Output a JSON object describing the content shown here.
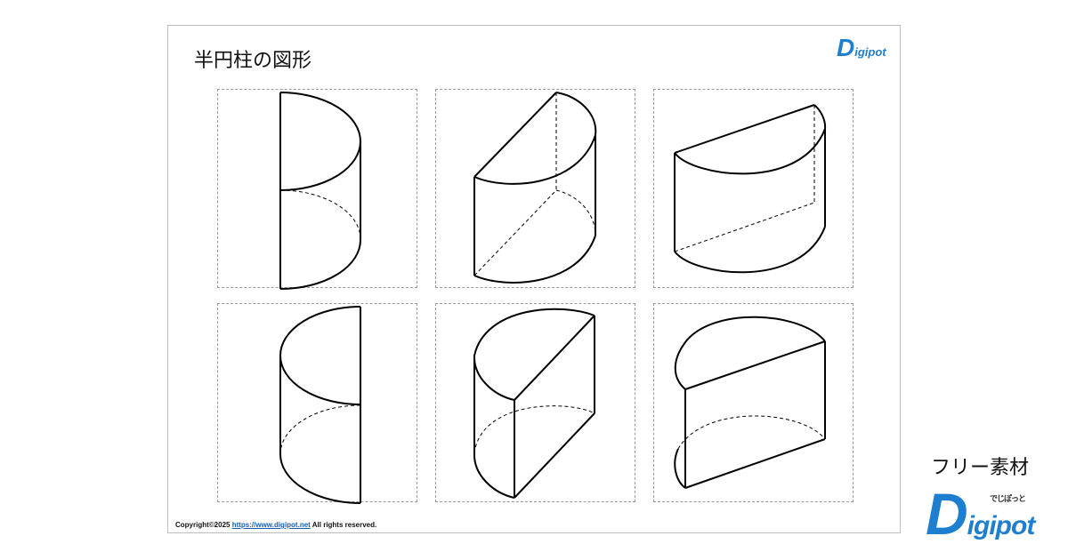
{
  "title": "半円柱の図形",
  "copyright": {
    "prefix": "Copyright©2025 ",
    "link": "https://www.digipot.net",
    "suffix": " All rights reserved."
  },
  "logo": {
    "D": "D",
    "rest": "igipot",
    "kana": "でじぽっと"
  },
  "free_label": "フリー素材"
}
